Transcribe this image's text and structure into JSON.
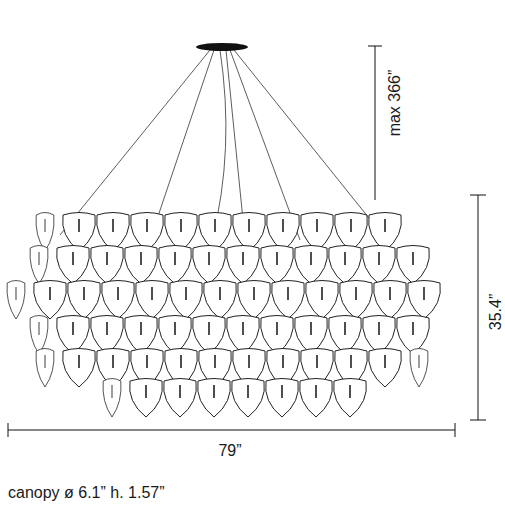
{
  "diagram": {
    "labels": [
      "max 366”",
      "35.4”",
      "79”",
      "canopy ø 6.1” h. 1.57”"
    ]
  }
}
